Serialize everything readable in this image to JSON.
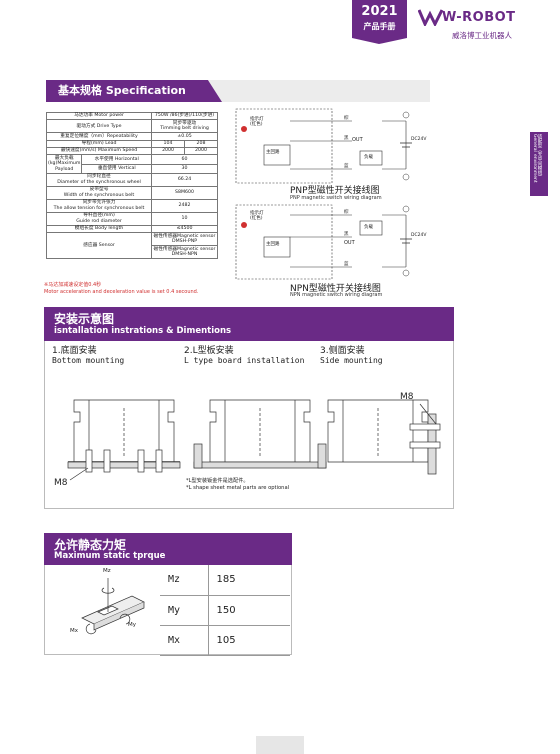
{
  "header": {
    "year": "2021",
    "manual_label": "产品手册",
    "brand": "W-ROBOT",
    "brand_cn": "威洛博工业机器人",
    "side_tab": "适配型（无中间模组）General environment"
  },
  "spec": {
    "title": "基本规格   Specification",
    "rows": [
      {
        "label": "马达功率  Motor  power",
        "value": "750W /86(步进)/110(步进)"
      },
      {
        "label": "驱动方式  Drive Type",
        "value": "同步带驱动\nTimming belt driving"
      },
      {
        "label": "重复定位精度（mm）Repeatability",
        "value": "±0.05"
      },
      {
        "label": "导程(mm)  Lead",
        "value": "104",
        "value2": "208"
      },
      {
        "label": "最快速度(mm/s) Maximum Speed",
        "value": "2000",
        "value2": "2000"
      },
      {
        "label": "最大负载\n(kg)Maximum\nPayload",
        "sub": "水平使用 Horizontal",
        "value": "60"
      },
      {
        "label": "",
        "sub": "垂直使用 Vertical",
        "value": "30"
      },
      {
        "label": "同步轮直径\nDiameter of the synchronous wheel",
        "value": "66.24"
      },
      {
        "label": "皮带型号\nWidth of the synchronous belt",
        "value": "S8M600"
      },
      {
        "label": "同步带允许张力\nThe allow tension for synchronous belt",
        "value": "2482"
      },
      {
        "label": "导杆直径(mm)\nGuide rod diameter",
        "value": "10"
      },
      {
        "label": "模组长度       Body  length",
        "value": "≤4500"
      },
      {
        "label": "感应器 Sensor",
        "value": "磁性传感器Magnetic sensor\nDMSH-PNP",
        "value2": "磁性传感器Magnetic sensor\nDMSH-NPN"
      }
    ],
    "note_cn": "※马达加减速设定值0.4秒",
    "note_en": "Motor acceleration and deceleration value is set 0.4 secound."
  },
  "wiring": {
    "pnp_caption": "PNP型磁性开关接线图",
    "pnp_caption_en": "PNP magnetic switch wiring diagram",
    "npn_caption": "NPN型磁性开关接线图",
    "npn_caption_en": "NPN magnetic switch wiring diagram",
    "indicator": "指示灯\n(红色)",
    "main_circuit": "主回路",
    "load": "负载",
    "out": "OUT",
    "dc": "DC24V",
    "brown": "棕",
    "black": "黑",
    "blue": "蓝"
  },
  "install": {
    "title_cn": "安装示意图",
    "title_en": "isntallation  instrations & Dimentions",
    "col1_cn": "1.底面安装",
    "col1_en": "Bottom mounting",
    "col2_cn": "2.L型板安装",
    "col2_en": "L type board  installation",
    "col3_cn": "3.侧面安装",
    "col3_en": "Side mounting",
    "bolt_label": "M8",
    "bolt_label2": "M8",
    "footnote_cn": "*L型安装钣金件是选配件。",
    "footnote_en": "*L shape sheet metal parts are optional"
  },
  "torque": {
    "title_cn": "允许静态力矩",
    "title_en": "Maximum static tprque",
    "axis_mz": "Mz",
    "axis_my": "My",
    "axis_mx": "Mx",
    "rows": [
      {
        "key": "Mz",
        "value": "185"
      },
      {
        "key": "My",
        "value": "150"
      },
      {
        "key": "Mx",
        "value": "105"
      }
    ]
  },
  "colors": {
    "brand_purple": "#6a2a86",
    "note_red": "#d03030"
  }
}
